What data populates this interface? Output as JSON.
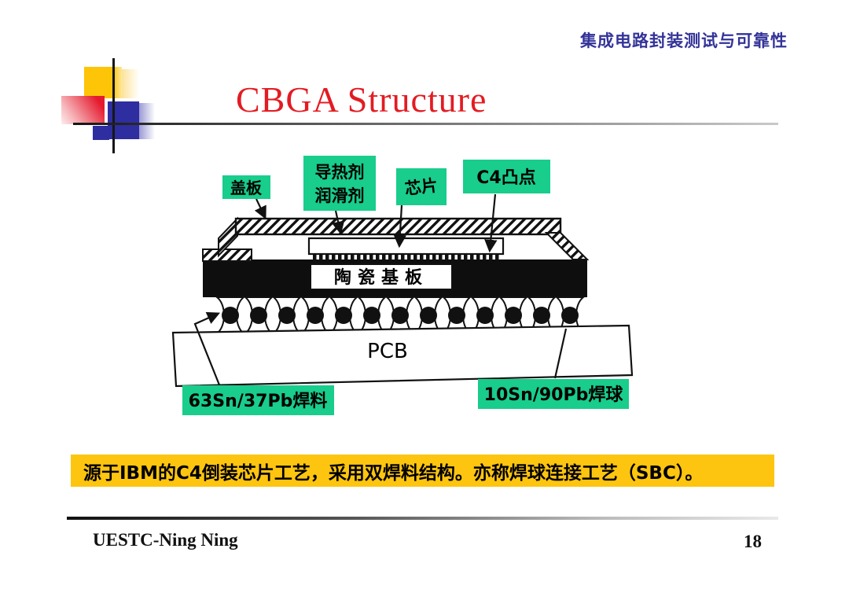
{
  "header": {
    "course_title": "集成电路封装测试与可靠性"
  },
  "slide": {
    "title": "CBGA Structure",
    "footer_author": "UESTC-Ning Ning",
    "page_number": "18"
  },
  "diagram": {
    "labels": {
      "cover_plate": "盖板",
      "thermal_agent_line1": "导热剂",
      "thermal_agent_line2": "润滑剂",
      "chip": "芯片",
      "c4_bump": "C4凸点",
      "ceramic_substrate": "陶瓷基板",
      "pcb": "PCB",
      "solder_left": "63Sn/37Pb焊料",
      "solder_ball_right": "10Sn/90Pb焊球"
    }
  },
  "note": {
    "text": "源于IBM的C4倒装芯片工艺，采用双焊料结构。亦称焊球连接工艺（SBC）。"
  },
  "colors": {
    "label_green": "#19cd8c",
    "banner_yellow": "#fdc50f",
    "title_red": "#e31b22",
    "header_blue": "#333399",
    "deco_yellow": "#fdc408",
    "deco_red": "#e51a2e",
    "deco_blue": "#2e2ea0"
  }
}
